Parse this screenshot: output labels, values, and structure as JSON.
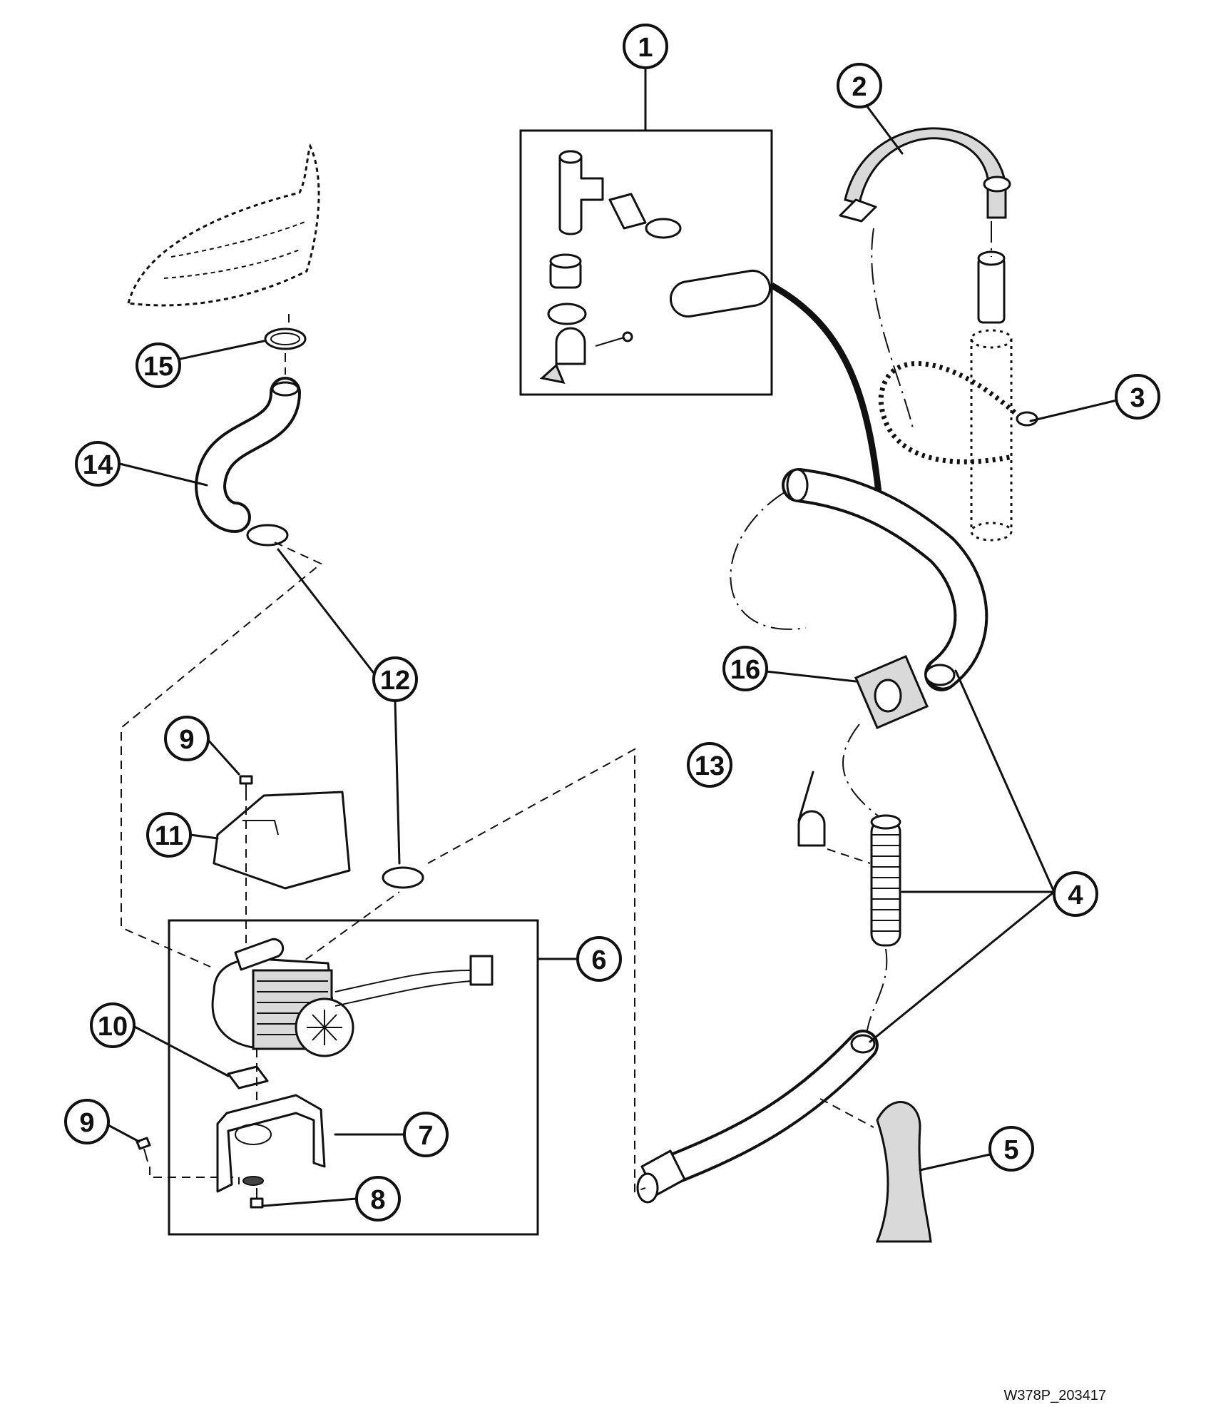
{
  "diagram": {
    "reference_code": "W378P_203417",
    "callouts": [
      {
        "id": "1",
        "label": "1"
      },
      {
        "id": "2",
        "label": "2"
      },
      {
        "id": "3",
        "label": "3"
      },
      {
        "id": "4",
        "label": "4"
      },
      {
        "id": "5",
        "label": "5"
      },
      {
        "id": "6",
        "label": "6"
      },
      {
        "id": "7",
        "label": "7"
      },
      {
        "id": "8",
        "label": "8"
      },
      {
        "id": "9a",
        "label": "9"
      },
      {
        "id": "9b",
        "label": "9"
      },
      {
        "id": "10",
        "label": "10"
      },
      {
        "id": "11",
        "label": "11"
      },
      {
        "id": "12",
        "label": "12"
      },
      {
        "id": "13",
        "label": "13"
      },
      {
        "id": "14",
        "label": "14"
      },
      {
        "id": "15",
        "label": "15"
      },
      {
        "id": "16",
        "label": "16"
      }
    ]
  }
}
